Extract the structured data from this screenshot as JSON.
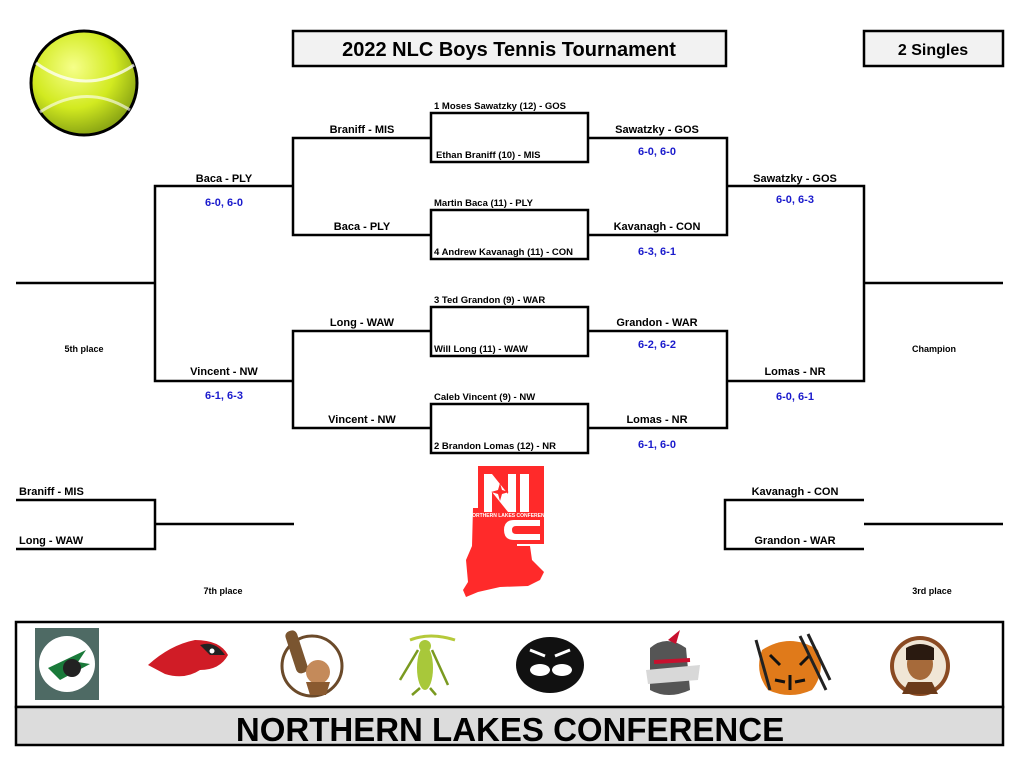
{
  "header": {
    "title": "2022 NLC Boys Tennis Tournament",
    "division": "2 Singles"
  },
  "seeds": {
    "m1_top": "1 Moses Sawatzky (12) - GOS",
    "m1_bottom": "Ethan Braniff (10) - MIS",
    "m2_top": "Martin Baca (11) - PLY",
    "m2_bottom": "4 Andrew Kavanagh (11) - CON",
    "m3_top": "3 Ted Grandon (9) - WAR",
    "m3_bottom": "Will Long (11) - WAW",
    "m4_top": "Caleb Vincent (9) - NW",
    "m4_bottom": "2 Brandon Lomas (12) - NR"
  },
  "winners_r1": {
    "m1": {
      "name": "Sawatzky  - GOS",
      "score": "6-0, 6-0"
    },
    "m2": {
      "name": "Kavanagh - CON",
      "score": "6-3, 6-1"
    },
    "m3": {
      "name": "Grandon - WAR",
      "score": "6-2, 6-2"
    },
    "m4": {
      "name": "Lomas  - NR",
      "score": "6-1, 6-0"
    }
  },
  "winners_r2": {
    "top": {
      "name": "Sawatzky - GOS",
      "score": "6-0, 6-3"
    },
    "bottom": {
      "name": "Lomas  - NR",
      "score": "6-0, 6-1"
    }
  },
  "consolation": {
    "m1_top": "Braniff  - MIS",
    "m1_bottom": "Baca  - PLY",
    "m2_top": "Long - WAW",
    "m2_bottom": "Vincent - NW",
    "winner_top": {
      "name": "Baca  - PLY",
      "score": "6-0, 6-0"
    },
    "winner_bottom": {
      "name": "Vincent - NW",
      "score": "6-1, 6-3"
    }
  },
  "placement": {
    "fifth": "5th place",
    "champion": "Champion",
    "seventh": "7th place",
    "third": "3rd place",
    "seventh_top": "Braniff  - MIS",
    "seventh_bottom": "Long - WAW",
    "third_top": "Kavanagh - CON",
    "third_bottom": "Grandon - WAR"
  },
  "conference": {
    "banner": "NORTHERN LAKES CONFERENCE",
    "logo_text": "NORTHERN LAKES CONFERENCE",
    "logo_colors": {
      "red": "#ff2a2a",
      "white": "#ffffff"
    }
  },
  "mascots": [
    {
      "icon": "northwood-mascot-icon"
    },
    {
      "icon": "redhawk-mascot-icon"
    },
    {
      "icon": "caveman-mascot-icon"
    },
    {
      "icon": "grasshopper-mascot-icon"
    },
    {
      "icon": "panther-mascot-icon"
    },
    {
      "icon": "viking-mascot-icon"
    },
    {
      "icon": "tiger-mascot-icon"
    },
    {
      "icon": "indian-chief-mascot-icon"
    }
  ],
  "colors": {
    "score": "#1a1acc",
    "tennis_ball": "#d6ee2a",
    "banner_bg": "#dcdcdc"
  }
}
